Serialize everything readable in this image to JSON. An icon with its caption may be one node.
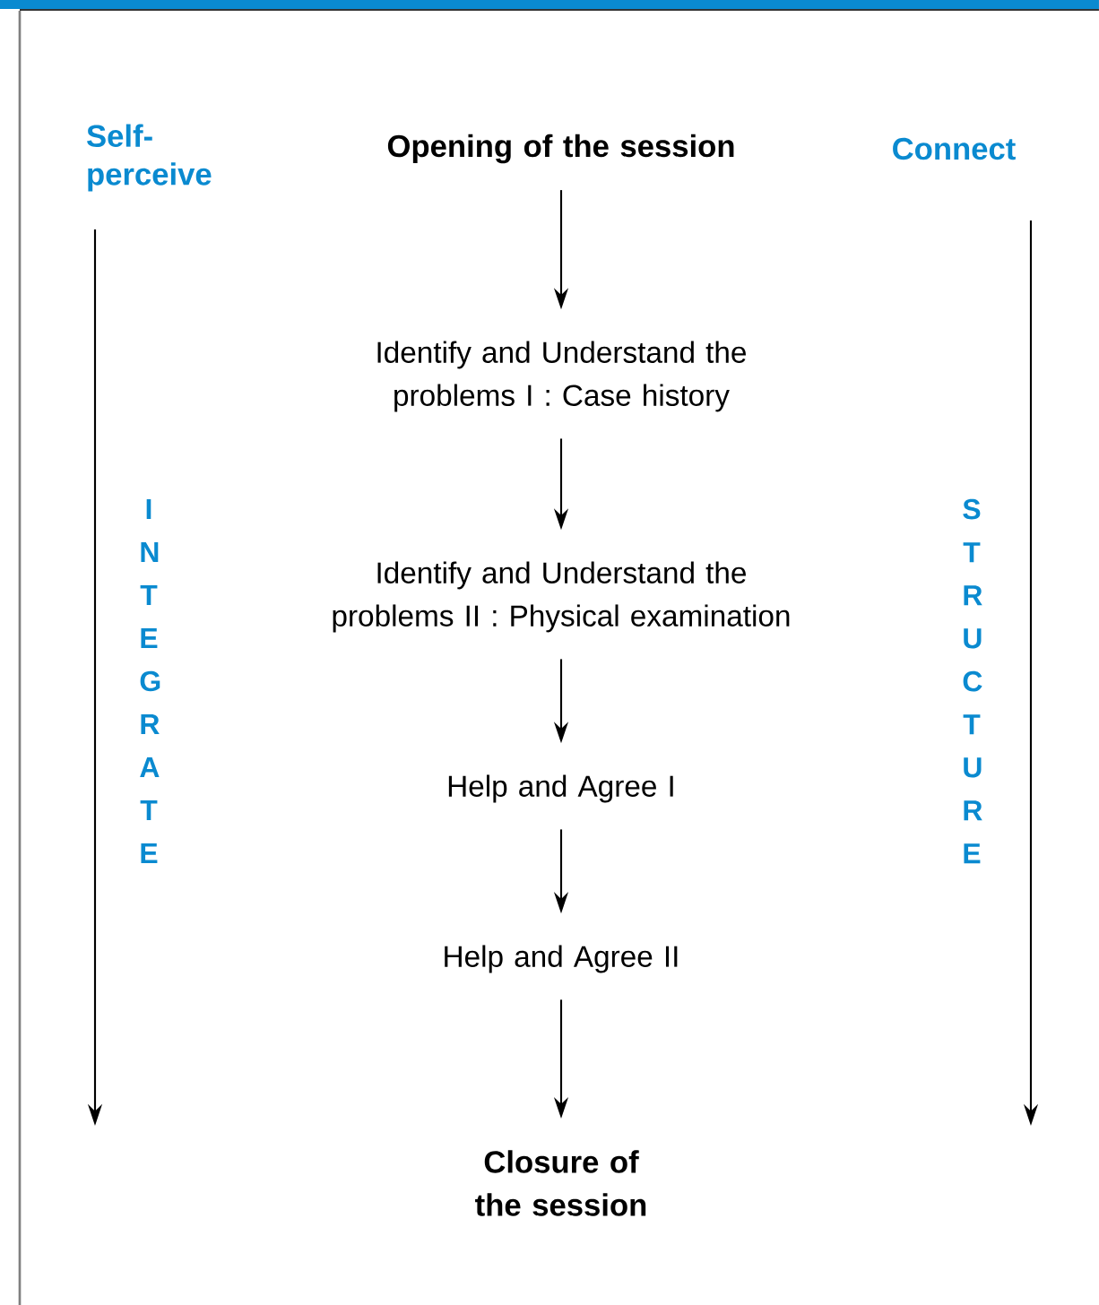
{
  "diagram": {
    "nodes": [
      {
        "text": [
          "Self-perceive"
        ]
      },
      {
        "text": [
          "Opening of the session"
        ]
      },
      {
        "text": [
          "Connect"
        ]
      },
      {
        "text": [
          "Identify and Understand the problems I : Case history"
        ]
      },
      {
        "text": [
          "Identify and Understand the problems II : Physical examination"
        ]
      },
      {
        "text": [
          "Help and Agree I"
        ]
      },
      {
        "text": [
          "Help and Agree II"
        ]
      },
      {
        "text": [
          "Closure of the session"
        ]
      }
    ],
    "edges": [
      {
        "from": 1,
        "to": 3,
        "arrow": "to"
      },
      {
        "from": 3,
        "to": 4,
        "arrow": "to"
      },
      {
        "from": 4,
        "to": 5,
        "arrow": "to"
      },
      {
        "from": 5,
        "to": 6,
        "arrow": "to"
      },
      {
        "from": 6,
        "to": 7,
        "arrow": "to"
      },
      {
        "from": 0,
        "to": null,
        "arrow": "to"
      },
      {
        "from": 2,
        "to": null,
        "arrow": "to"
      }
    ],
    "labels": [
      "I N T E G R A T E",
      "S T R U C T U R E"
    ]
  }
}
